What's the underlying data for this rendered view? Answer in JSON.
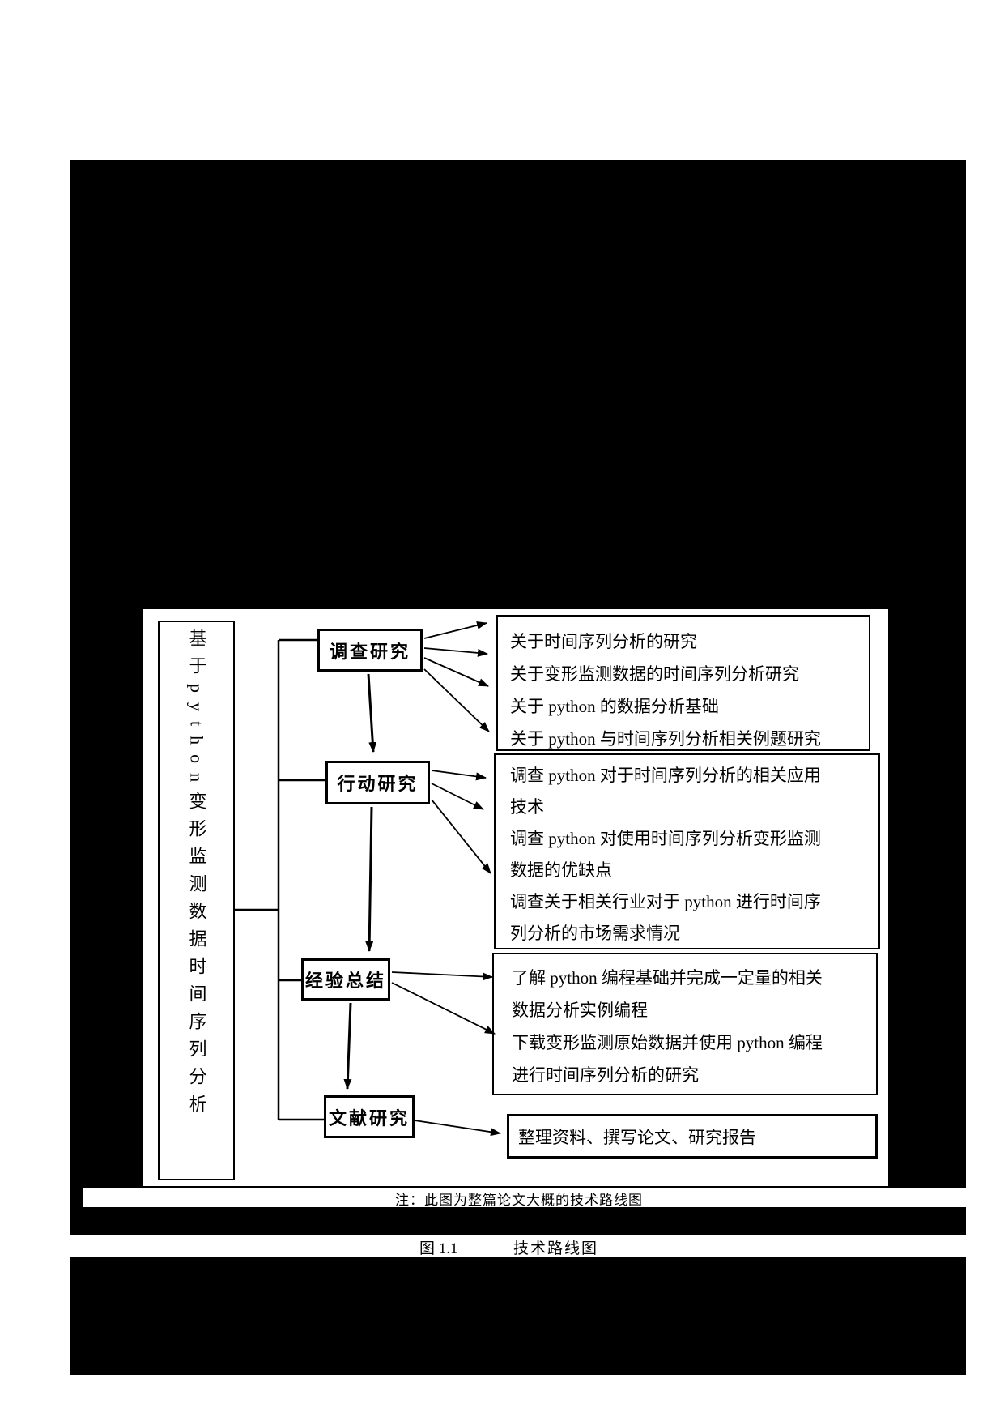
{
  "diagram": {
    "main_topic": "基于python变形监测数据时间序列分析",
    "stages": [
      {
        "label": "调查研究"
      },
      {
        "label": "行动研究"
      },
      {
        "label": "经验总结"
      },
      {
        "label": "文献研究"
      }
    ],
    "outputs": [
      {
        "lines": [
          "关于时间序列分析的研究",
          "关于变形监测数据的时间序列分析研究",
          "关于 python 的数据分析基础",
          "关于 python 与时间序列分析相关例题研究"
        ]
      },
      {
        "lines": [
          "调查 python 对于时间序列分析的相关应用",
          "技术",
          "调查 python 对使用时间序列分析变形监测",
          "数据的优缺点",
          "调查关于相关行业对于 python 进行时间序",
          "列分析的市场需求情况"
        ]
      },
      {
        "lines": [
          "了解 python 编程基础并完成一定量的相关",
          "数据分析实例编程",
          "下载变形监测原始数据并使用 python 编程",
          "进行时间序列分析的研究"
        ]
      },
      {
        "lines": [
          "整理资料、撰写论文、研究报告"
        ]
      }
    ]
  },
  "captions": {
    "note": "注：此图为整篇论文大概的技术路线图",
    "figure_label": "图 1.1",
    "figure_title": "技术路线图"
  },
  "colors": {
    "ink": "#000000",
    "paper": "#ffffff"
  }
}
